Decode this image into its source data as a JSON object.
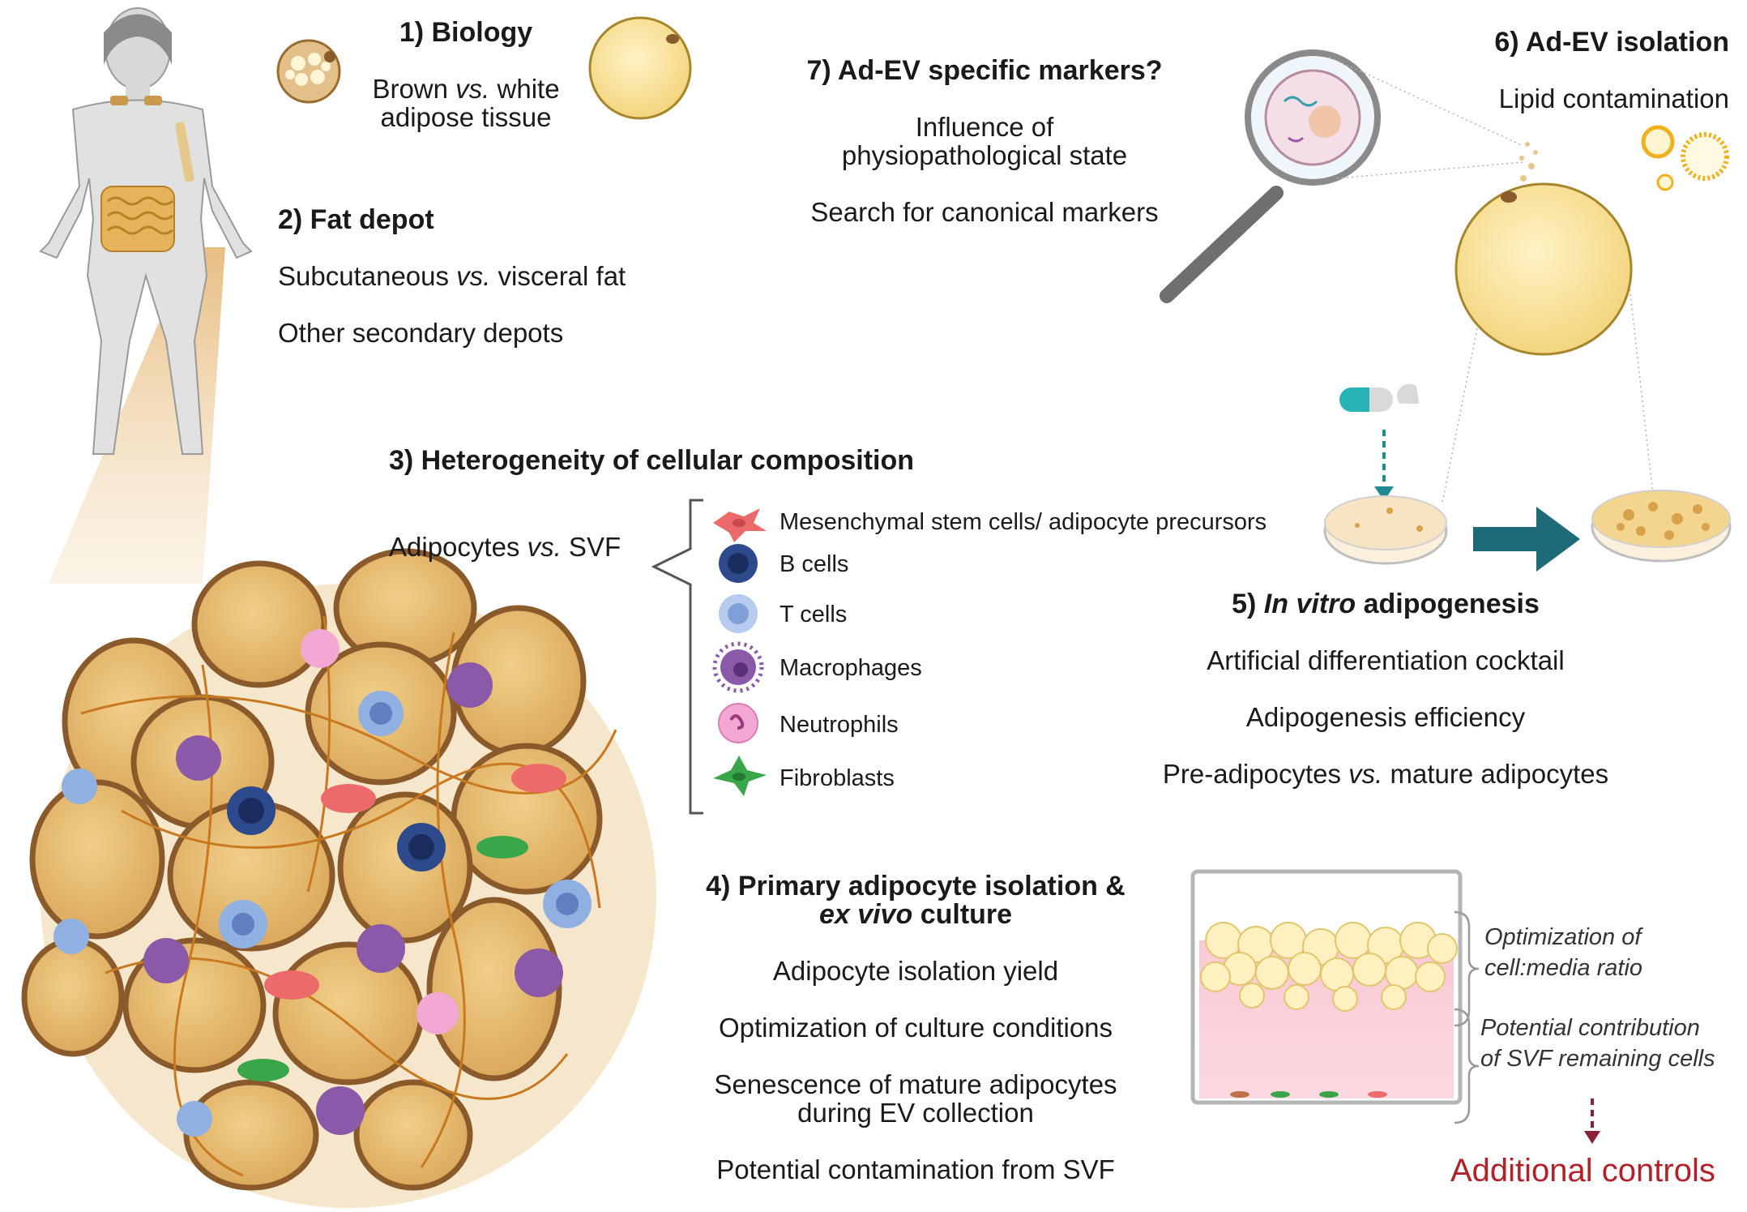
{
  "section1": {
    "title": "1) Biology",
    "line1_pre": "Brown ",
    "line1_em": "vs.",
    "line1_post": " white",
    "line2": "adipose tissue"
  },
  "section2": {
    "title": "2) Fat depot",
    "line1_pre": "Subcutaneous ",
    "line1_em": "vs.",
    "line1_post": " visceral fat",
    "line2": "Other secondary depots"
  },
  "section3": {
    "title": "3) Heterogeneity of cellular composition",
    "label_pre": "Adipocytes ",
    "label_em": "vs.",
    "label_post": " SVF",
    "legend": [
      {
        "label": "Mesenchymal stem cells/ adipocyte precursors",
        "icon": "msc-cell-icon"
      },
      {
        "label": "B cells",
        "icon": "b-cell-icon"
      },
      {
        "label": "T cells",
        "icon": "t-cell-icon"
      },
      {
        "label": "Macrophages",
        "icon": "macrophage-icon"
      },
      {
        "label": "Neutrophils",
        "icon": "neutrophil-icon"
      },
      {
        "label": "Fibroblasts",
        "icon": "fibroblast-icon"
      }
    ]
  },
  "section4": {
    "title_line1": "4) Primary adipocyte isolation &",
    "title_line2_em": "ex vivo",
    "title_line2_post": " culture",
    "items": [
      "Adipocyte isolation yield",
      "Optimization of culture conditions",
      "Senescence of mature adipocytes",
      "during EV collection",
      "Potential contamination from SVF"
    ],
    "note1": [
      "Optimization of",
      "cell:media ratio"
    ],
    "note2": [
      "Potential contribution",
      "of SVF remaining cells"
    ],
    "controls": "Additional controls"
  },
  "section5": {
    "title_pre": "5) ",
    "title_em": "In vitro",
    "title_post": " adipogenesis",
    "items": [
      "Artificial differentiation cocktail",
      "Adipogenesis efficiency"
    ],
    "item3_pre": "Pre-adipocytes ",
    "item3_em": "vs.",
    "item3_post": " mature adipocytes"
  },
  "section6": {
    "title": "6) Ad-EV isolation",
    "item": "Lipid contamination"
  },
  "section7": {
    "title": "7) Ad-EV specific markers?",
    "items": [
      "Influence of",
      "physiopathological state",
      "Search for canonical markers"
    ]
  },
  "colors": {
    "adipocyte_fill": "#e8c27a",
    "adipocyte_border": "#8a5a2b",
    "b_cell": "#2c4a8c",
    "t_cell": "#8fb0e0",
    "macrophage": "#8a5aa8",
    "neutrophil": "#f2a8d2",
    "msc": "#ec6a6a",
    "fibroblast": "#3aa64a",
    "fiber": "#c8781e",
    "arrow": "#1f6a78",
    "red_text": "#b3202a"
  }
}
